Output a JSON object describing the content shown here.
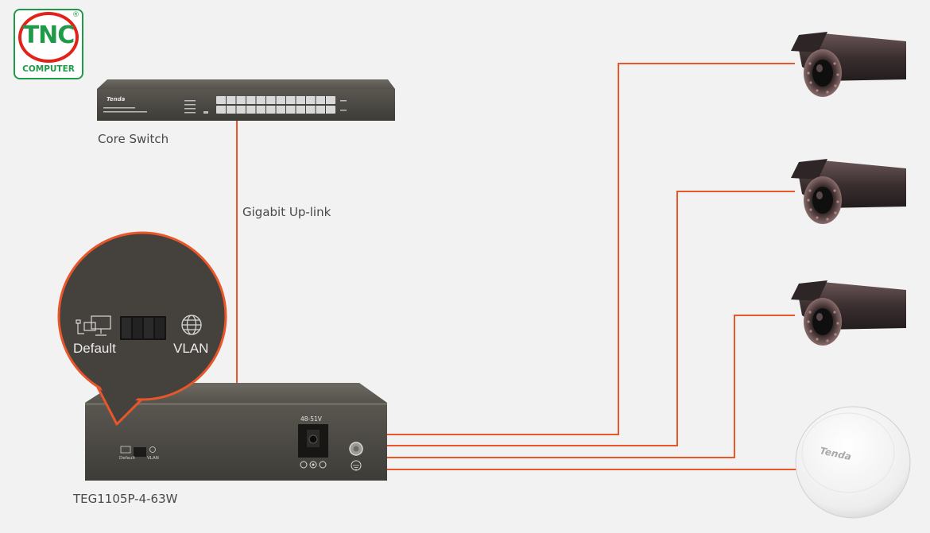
{
  "logo": {
    "brand": "TNC",
    "subtitle": "COMPUTER",
    "registered": "®"
  },
  "core_switch": {
    "label": "Core Switch",
    "brand_text": "Tenda"
  },
  "uplink": {
    "label": "Gigabit Up-link"
  },
  "poe_switch": {
    "label": "TEG1105P-4-63W",
    "power_label": "48-51V",
    "default_text": "Default",
    "vlan_text": "VLAN"
  },
  "zoom": {
    "default_label": "Default",
    "vlan_label": "VLAN"
  },
  "access_point": {
    "brand_text": "Tenda"
  },
  "colors": {
    "link": "#e8562a",
    "background": "#f2f2f2",
    "device_dark": "#4a4741"
  }
}
